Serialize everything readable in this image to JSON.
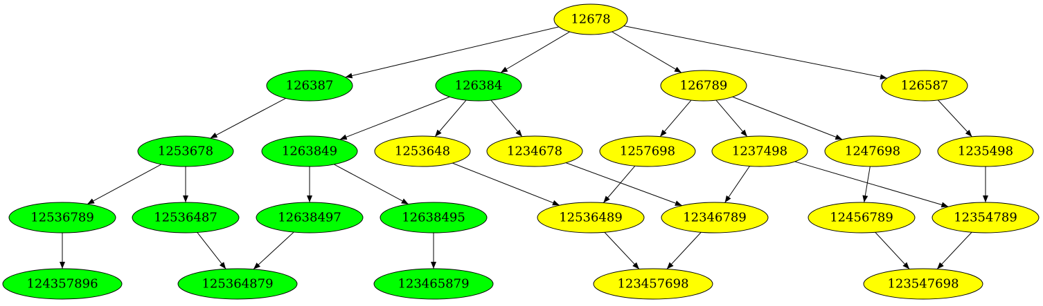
{
  "colors": {
    "green": "#00ff00",
    "yellow": "#ffff00"
  },
  "nodes": [
    {
      "id": "n12678",
      "label": "12678",
      "color": "yellow"
    },
    {
      "id": "n126387",
      "label": "126387",
      "color": "green"
    },
    {
      "id": "n126384",
      "label": "126384",
      "color": "green"
    },
    {
      "id": "n126789",
      "label": "126789",
      "color": "yellow"
    },
    {
      "id": "n126587",
      "label": "126587",
      "color": "yellow"
    },
    {
      "id": "n1253678",
      "label": "1253678",
      "color": "green"
    },
    {
      "id": "n1263849",
      "label": "1263849",
      "color": "green"
    },
    {
      "id": "n1253648",
      "label": "1253648",
      "color": "yellow"
    },
    {
      "id": "n1234678",
      "label": "1234678",
      "color": "yellow"
    },
    {
      "id": "n1257698",
      "label": "1257698",
      "color": "yellow"
    },
    {
      "id": "n1237498",
      "label": "1237498",
      "color": "yellow"
    },
    {
      "id": "n1247698",
      "label": "1247698",
      "color": "yellow"
    },
    {
      "id": "n1235498",
      "label": "1235498",
      "color": "yellow"
    },
    {
      "id": "n12536789",
      "label": "12536789",
      "color": "green"
    },
    {
      "id": "n12536487",
      "label": "12536487",
      "color": "green"
    },
    {
      "id": "n12638497",
      "label": "12638497",
      "color": "green"
    },
    {
      "id": "n12638495",
      "label": "12638495",
      "color": "green"
    },
    {
      "id": "n12536489",
      "label": "12536489",
      "color": "yellow"
    },
    {
      "id": "n12346789",
      "label": "12346789",
      "color": "yellow"
    },
    {
      "id": "n12456789",
      "label": "12456789",
      "color": "yellow"
    },
    {
      "id": "n12354789",
      "label": "12354789",
      "color": "yellow"
    },
    {
      "id": "n124357896",
      "label": "124357896",
      "color": "green"
    },
    {
      "id": "n125364879",
      "label": "125364879",
      "color": "green"
    },
    {
      "id": "n123465879",
      "label": "123465879",
      "color": "green"
    },
    {
      "id": "n123457698",
      "label": "123457698",
      "color": "yellow"
    },
    {
      "id": "n123547698",
      "label": "123547698",
      "color": "yellow"
    }
  ],
  "edges": [
    [
      "n12678",
      "n126387"
    ],
    [
      "n12678",
      "n126384"
    ],
    [
      "n12678",
      "n126789"
    ],
    [
      "n12678",
      "n126587"
    ],
    [
      "n126387",
      "n1253678"
    ],
    [
      "n126384",
      "n1263849"
    ],
    [
      "n126384",
      "n1253648"
    ],
    [
      "n126384",
      "n1234678"
    ],
    [
      "n126789",
      "n1257698"
    ],
    [
      "n126789",
      "n1237498"
    ],
    [
      "n126789",
      "n1247698"
    ],
    [
      "n126587",
      "n1235498"
    ],
    [
      "n1253678",
      "n12536789"
    ],
    [
      "n1253678",
      "n12536487"
    ],
    [
      "n1263849",
      "n12638497"
    ],
    [
      "n1263849",
      "n12638495"
    ],
    [
      "n1253648",
      "n12536489"
    ],
    [
      "n1234678",
      "n12346789"
    ],
    [
      "n1257698",
      "n12536489"
    ],
    [
      "n1237498",
      "n12346789"
    ],
    [
      "n1237498",
      "n12354789"
    ],
    [
      "n1247698",
      "n12456789"
    ],
    [
      "n1235498",
      "n12354789"
    ],
    [
      "n12536789",
      "n124357896"
    ],
    [
      "n12536487",
      "n125364879"
    ],
    [
      "n12638497",
      "n125364879"
    ],
    [
      "n12638495",
      "n123465879"
    ],
    [
      "n12536489",
      "n123457698"
    ],
    [
      "n12346789",
      "n123457698"
    ],
    [
      "n12456789",
      "n123547698"
    ],
    [
      "n12354789",
      "n123547698"
    ]
  ]
}
